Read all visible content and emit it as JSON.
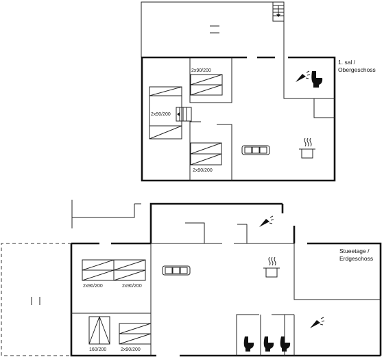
{
  "floors": {
    "upper": {
      "label_line1": "1. sal /",
      "label_line2": "Obergeschoss"
    },
    "ground": {
      "label_line1": "Stueetage /",
      "label_line2": "Erdgeschoss"
    }
  },
  "beds": {
    "upper_top": "2x90/200",
    "upper_left": "2x90/200",
    "upper_bottom": "2x90/200",
    "ground_1": "2x90/200",
    "ground_2": "2x90/200",
    "ground_double": "160/200",
    "ground_3": "2x90/200"
  },
  "icons": {
    "upper_shower": "shower-icon",
    "upper_toilet": "toilet-icon",
    "upper_sofa": "sofa-icon",
    "upper_pot": "cooking-pot-icon",
    "ground_shower_top": "shower-icon",
    "ground_sofa": "sofa-icon",
    "ground_pot": "cooking-pot-icon",
    "ground_shower_right": "shower-icon",
    "ground_toilets": "toilet-icon"
  }
}
